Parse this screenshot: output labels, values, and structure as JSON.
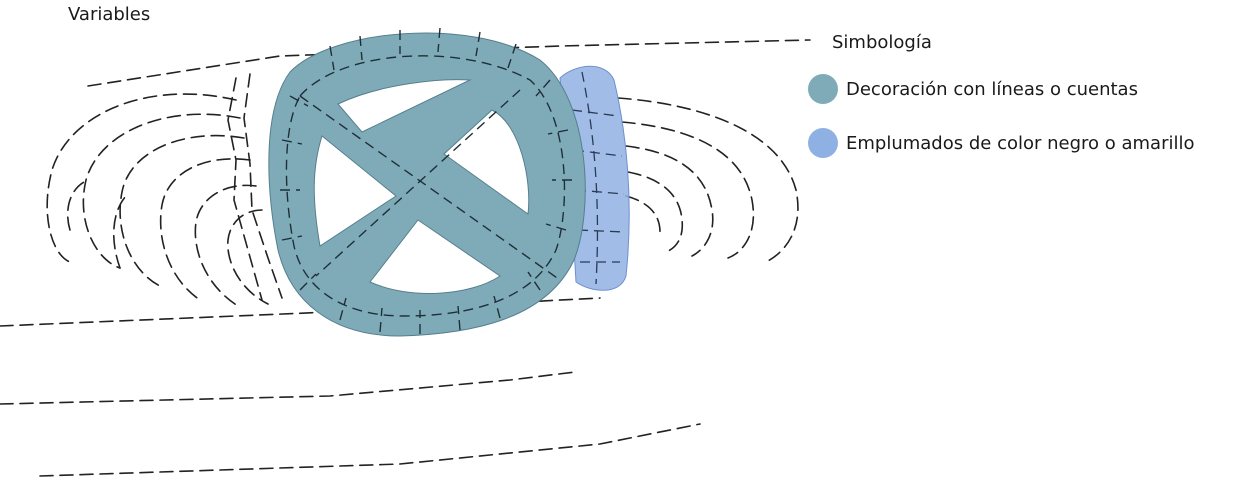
{
  "title": "Variables",
  "legend": {
    "title": "Simbología",
    "items": [
      {
        "label": "Decoración con líneas o cuentas",
        "color": "#7fabb9"
      },
      {
        "label": "Emplumados de color negro o amarillo",
        "color": "#8fb0e3"
      }
    ]
  },
  "colors": {
    "ring_fill": "#7fabb9",
    "feather_fill": "#8fb0e3",
    "line": "#222222"
  }
}
